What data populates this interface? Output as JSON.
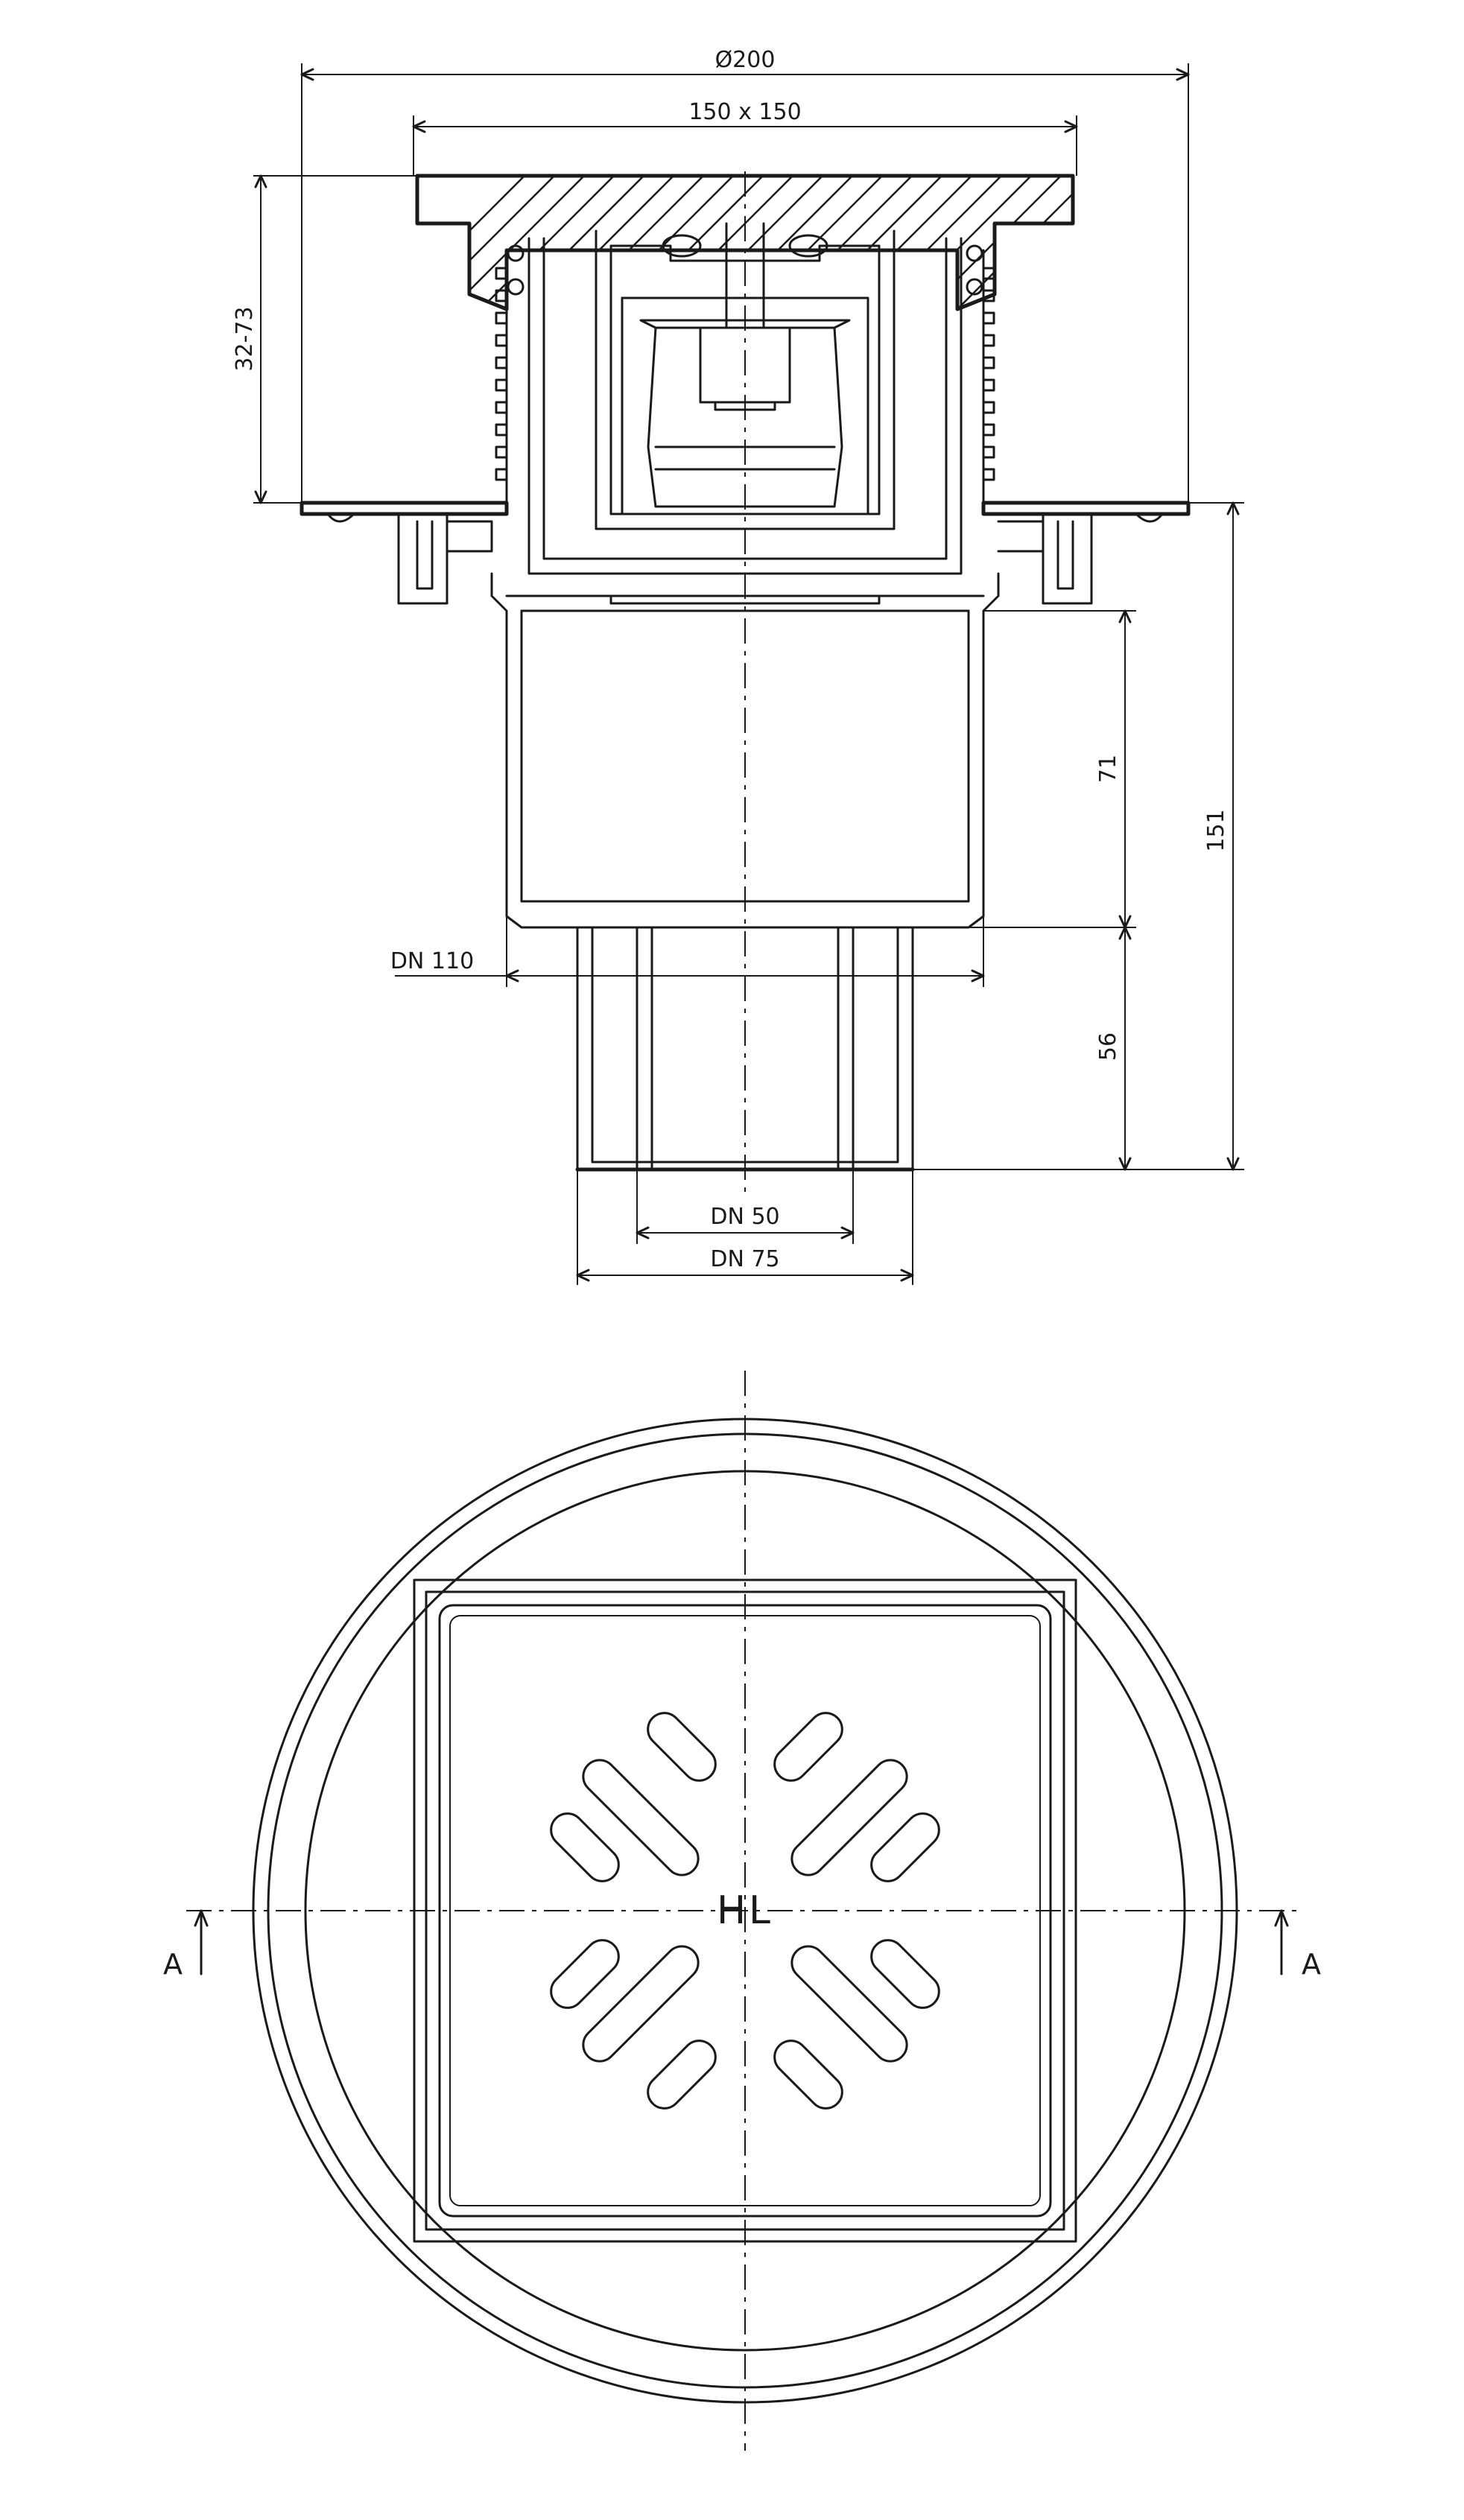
{
  "dimensions": {
    "diameter": "Ø200",
    "grate": "150 x 150",
    "height_range": "32-73",
    "upper_body": "71",
    "total": "151",
    "lower_spigot": "56",
    "dn110": "DN 110",
    "dn50": "DN 50",
    "dn75": "DN 75"
  },
  "section_marks": {
    "left": "A",
    "right": "A"
  },
  "grate_logo": "HL"
}
